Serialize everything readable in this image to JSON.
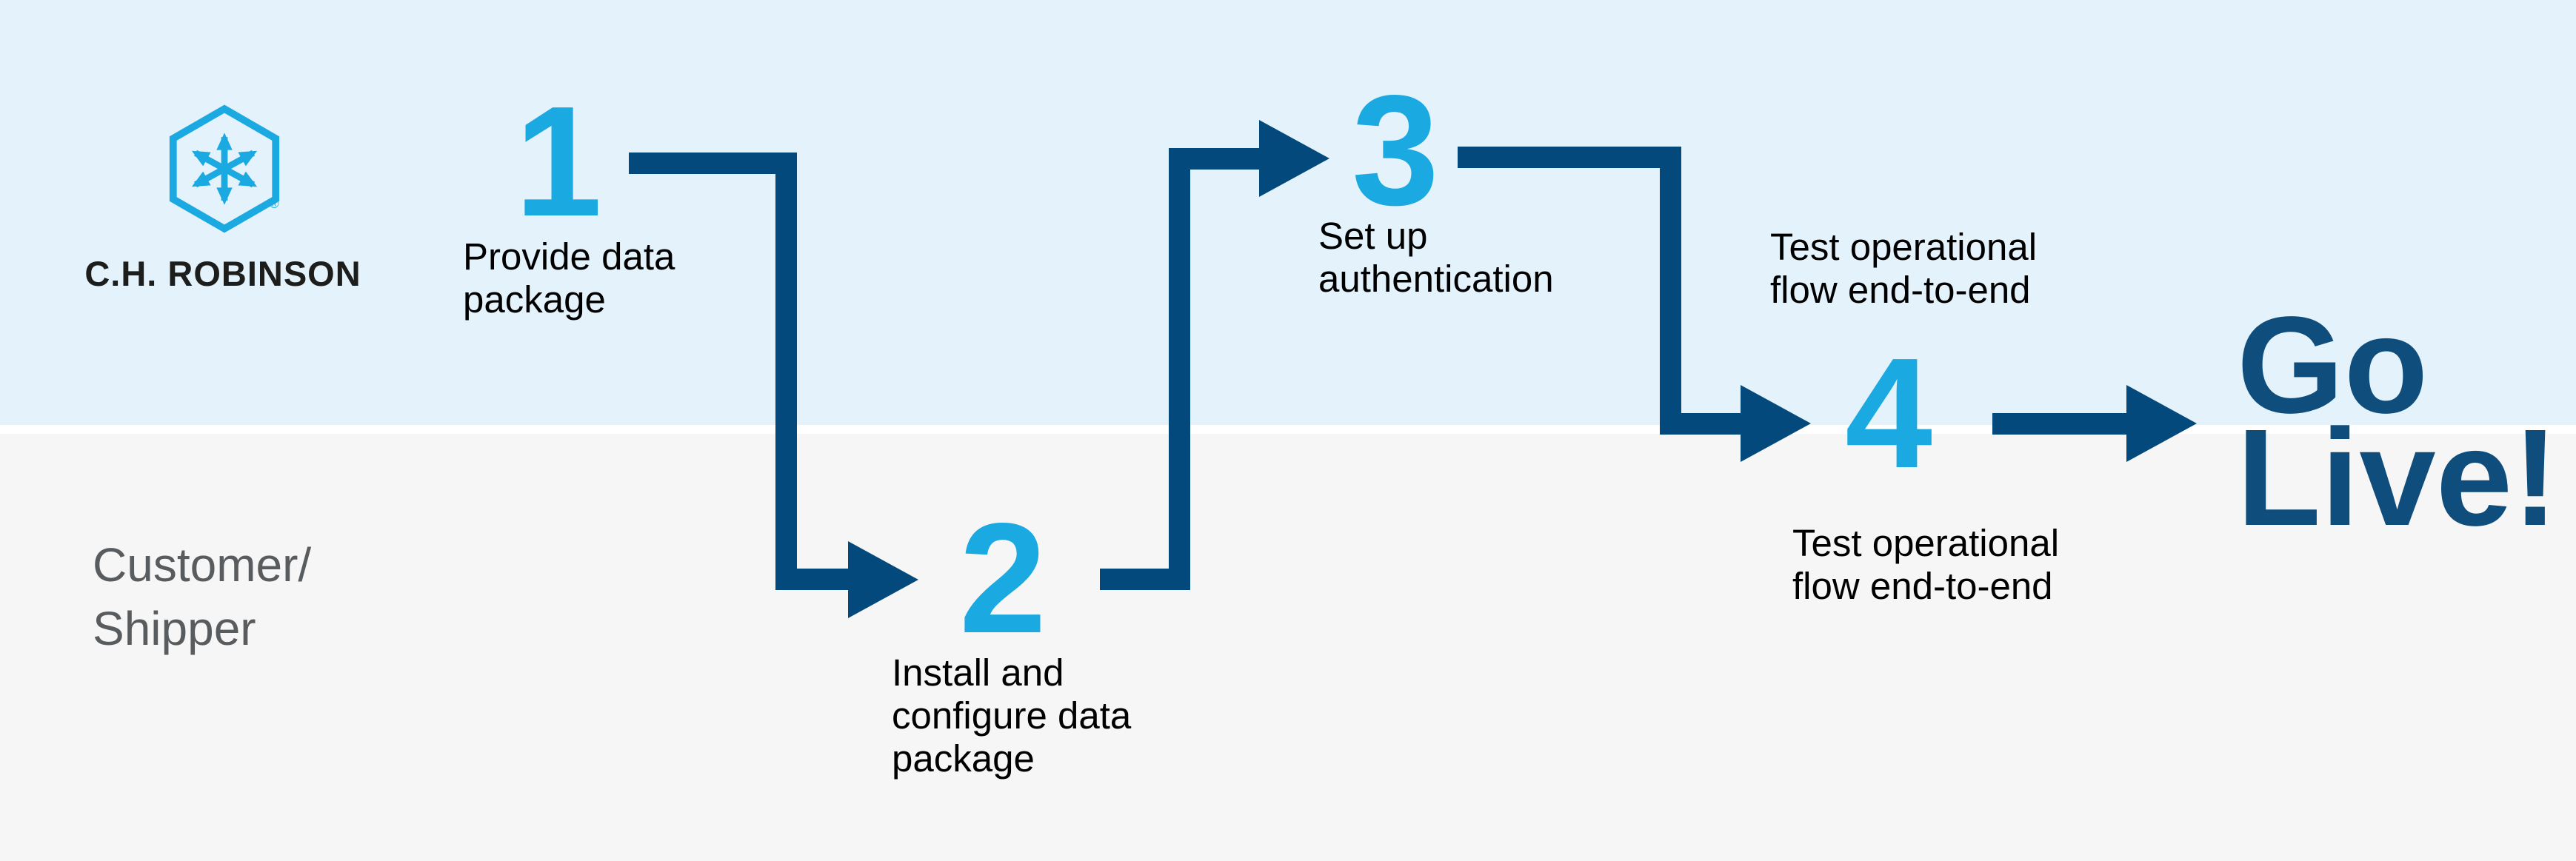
{
  "logo": {
    "icon": "chrobinson-hexagon-arrows",
    "wordmark": "C.H. ROBINSON",
    "registered": "®"
  },
  "lanes": {
    "top": {
      "owner": "C.H. Robinson"
    },
    "bottom": {
      "label_line1": "Customer/",
      "label_line2": "Shipper"
    }
  },
  "steps": [
    {
      "number": "1",
      "lines": [
        "Provide data",
        "package"
      ]
    },
    {
      "number": "2",
      "lines": [
        "Install and",
        "configure data",
        "package"
      ]
    },
    {
      "number": "3",
      "lines": [
        "Set up",
        "authentication"
      ]
    },
    {
      "number": "4",
      "lines_above": [
        "Test operational",
        "flow end-to-end"
      ],
      "lines_below": [
        "Test operational",
        "flow end-to-end"
      ]
    }
  ],
  "finale": {
    "line1": "Go",
    "line2": "Live!"
  },
  "colors": {
    "step_number_cyan": "#1BA9E1",
    "arrow_navy": "#03497B",
    "go_live_navy": "#0E4D7C",
    "lane_top_bg": "#E3F2FB",
    "lane_bottom_bg": "#F6F6F6",
    "divider_white": "#FFFFFF",
    "step_label_text": "#000000",
    "lane_label_text": "#595C5E",
    "wordmark_text": "#1D1D1B"
  }
}
